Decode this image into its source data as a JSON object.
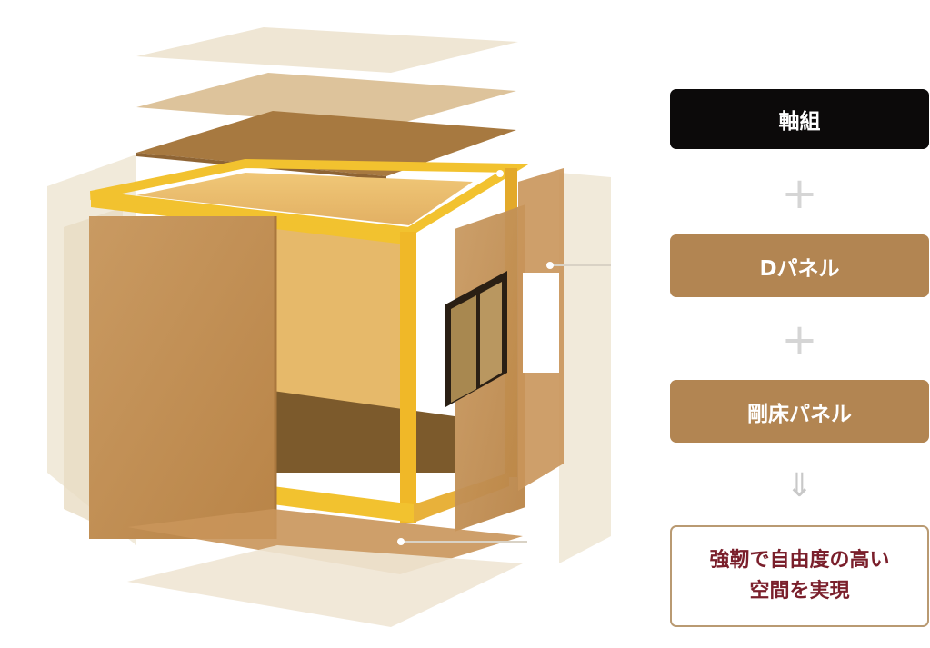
{
  "legend": {
    "frame_label": "軸組",
    "plus_symbol": "+",
    "dpanel_label": "Dパネル",
    "floor_panel_label": "剛床パネル",
    "arrow_symbol": "⇓",
    "result_line1": "強靭で自由度の高い",
    "result_line2": "空間を実現"
  },
  "colors": {
    "frame_box": "#0c0a0a",
    "panel_box": "#b28552",
    "result_text": "#7a1f2b",
    "result_border": "#b99a72",
    "timber_frame": "#f2c22f",
    "board": "#c9955a",
    "ghost_panel": "#efe6d4"
  }
}
